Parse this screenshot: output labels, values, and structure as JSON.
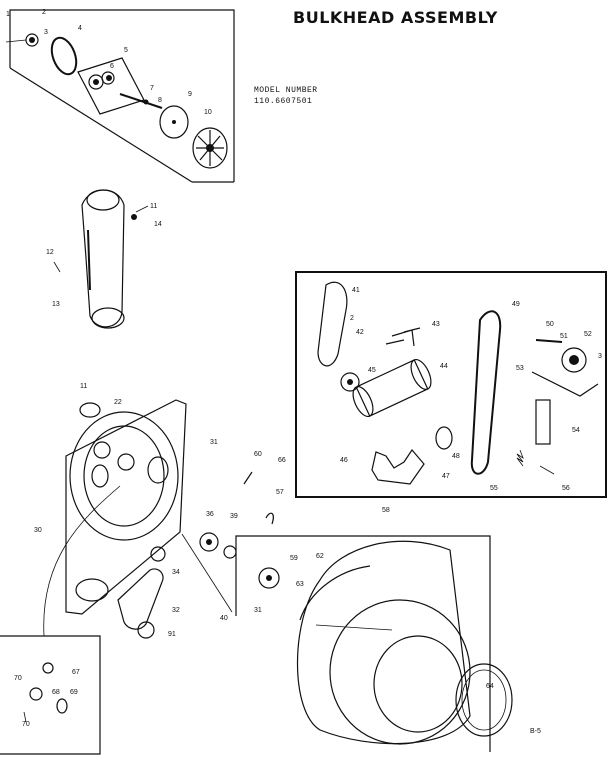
{
  "title": "BULKHEAD ASSEMBLY",
  "model_label": "MODEL NUMBER",
  "model_number": "110.6607501",
  "footer_mark": "B-5",
  "callouts": [
    {
      "id": "c1",
      "text": "1"
    },
    {
      "id": "c2",
      "text": "2"
    },
    {
      "id": "c3",
      "text": "3"
    },
    {
      "id": "c4",
      "text": "4"
    },
    {
      "id": "c5",
      "text": "5"
    },
    {
      "id": "c6",
      "text": "6"
    },
    {
      "id": "c7",
      "text": "7"
    },
    {
      "id": "c8",
      "text": "8"
    },
    {
      "id": "c9",
      "text": "9"
    },
    {
      "id": "c10",
      "text": "10"
    },
    {
      "id": "c11a",
      "text": "11"
    },
    {
      "id": "c14",
      "text": "14"
    },
    {
      "id": "c12",
      "text": "12"
    },
    {
      "id": "c13",
      "text": "13"
    },
    {
      "id": "c41",
      "text": "41"
    },
    {
      "id": "c42",
      "text": "42"
    },
    {
      "id": "c2b",
      "text": "2"
    },
    {
      "id": "c43",
      "text": "43"
    },
    {
      "id": "c44",
      "text": "44"
    },
    {
      "id": "c45",
      "text": "45"
    },
    {
      "id": "c49",
      "text": "49"
    },
    {
      "id": "c50",
      "text": "50"
    },
    {
      "id": "c51",
      "text": "51"
    },
    {
      "id": "c52",
      "text": "52"
    },
    {
      "id": "c53",
      "text": "53"
    },
    {
      "id": "c3b",
      "text": "3"
    },
    {
      "id": "c54",
      "text": "54"
    },
    {
      "id": "c48",
      "text": "48"
    },
    {
      "id": "c46",
      "text": "46"
    },
    {
      "id": "c47",
      "text": "47"
    },
    {
      "id": "c55",
      "text": "55"
    },
    {
      "id": "c56",
      "text": "56"
    },
    {
      "id": "c11b",
      "text": "11"
    },
    {
      "id": "c22",
      "text": "22"
    },
    {
      "id": "c31a",
      "text": "31"
    },
    {
      "id": "c30",
      "text": "30"
    },
    {
      "id": "c60",
      "text": "60"
    },
    {
      "id": "c66",
      "text": "66"
    },
    {
      "id": "c57",
      "text": "57"
    },
    {
      "id": "c36",
      "text": "36"
    },
    {
      "id": "c39",
      "text": "39"
    },
    {
      "id": "c34",
      "text": "34"
    },
    {
      "id": "c32",
      "text": "32"
    },
    {
      "id": "c91",
      "text": "91"
    },
    {
      "id": "c40",
      "text": "40"
    },
    {
      "id": "c58",
      "text": "58"
    },
    {
      "id": "c59",
      "text": "59"
    },
    {
      "id": "c62",
      "text": "62"
    },
    {
      "id": "c63",
      "text": "63"
    },
    {
      "id": "c31b",
      "text": "31"
    },
    {
      "id": "c64",
      "text": "64"
    },
    {
      "id": "c70a",
      "text": "70"
    },
    {
      "id": "c67",
      "text": "67"
    },
    {
      "id": "c68",
      "text": "68"
    },
    {
      "id": "c69",
      "text": "69"
    },
    {
      "id": "c70b",
      "text": "70"
    }
  ]
}
